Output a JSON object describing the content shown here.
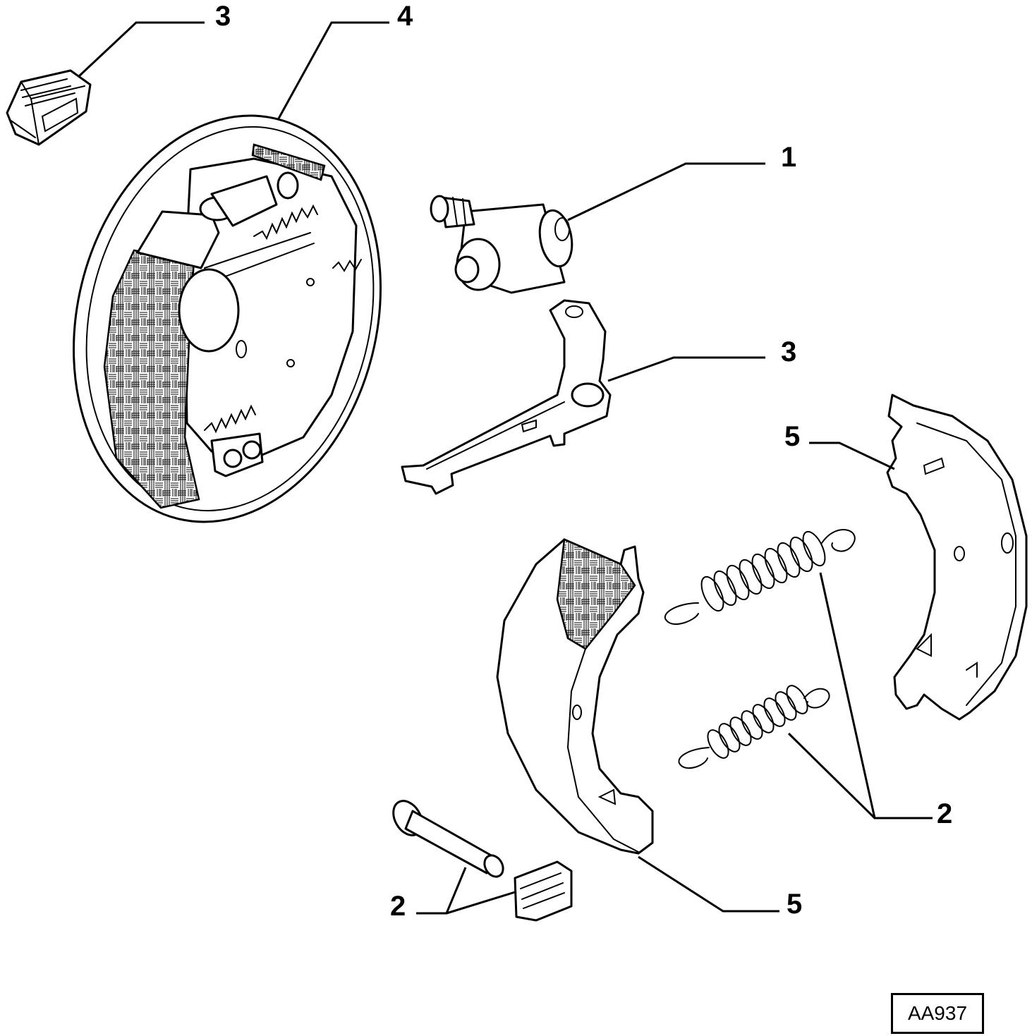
{
  "callouts": {
    "plate_top_left": "3",
    "backplate": "4",
    "wheel_cylinder": "1",
    "lever": "3",
    "shoe_right": "5",
    "springs": "2",
    "pin_clip": "2",
    "shoe_left": "5"
  },
  "drawing_code": "AA937"
}
